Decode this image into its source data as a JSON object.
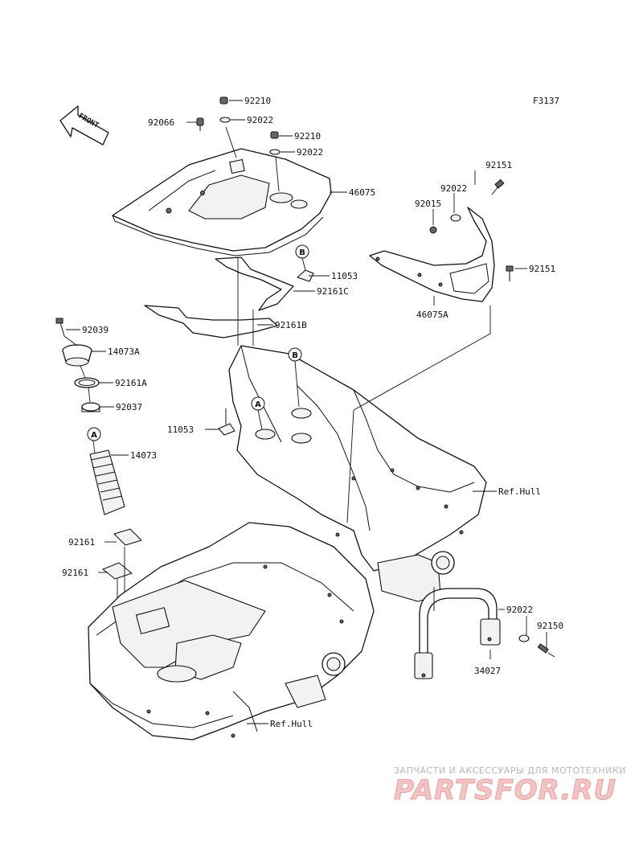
{
  "figure_code": "F3137",
  "front_label": "FRONT",
  "callouts": {
    "p92210a": "92210",
    "p92066": "92066",
    "p92022a": "92022",
    "p92210b": "92210",
    "p92022b": "92022",
    "p46075": "46075",
    "p92151a": "92151",
    "p92022c": "92022",
    "p92015": "92015",
    "p92151b": "92151",
    "p46075a": "46075A",
    "p11053a": "11053",
    "p92161c": "92161C",
    "p92161b": "92161B",
    "p92039": "92039",
    "p14073a": "14073A",
    "p92161a": "92161A",
    "p92037": "92037",
    "p11053b": "11053",
    "p14073": "14073",
    "p92161x": "92161",
    "p92161y": "92161",
    "p92022d": "92022",
    "p92150": "92150",
    "p34027": "34027"
  },
  "reference_marks": {
    "a1": "A",
    "a2": "A",
    "b1": "B",
    "b2": "B"
  },
  "ref_labels": {
    "hull_upper": "Ref.Hull",
    "hull_lower": "Ref.Hull"
  },
  "watermark": {
    "tagline": "ЗАПЧАСТИ И АКСЕССУАРЫ ДЛЯ МОТОТЕХНИКИ",
    "brand": "PARTSFOR.RU"
  }
}
